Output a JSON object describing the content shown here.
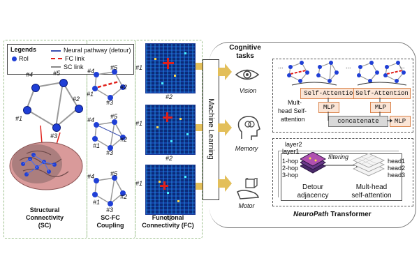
{
  "legend": {
    "title": "Legends",
    "items": [
      "RoI",
      "Neural pathway (detour)",
      "FC link",
      "SC link"
    ]
  },
  "nodes": {
    "n1": "#1",
    "n2": "#2",
    "n3": "#3",
    "n4": "#4",
    "n5": "#5"
  },
  "panels": {
    "sc_line1": "Structural",
    "sc_line2": "Connectivity",
    "sc_line3": "(SC)",
    "coupling_line1": "SC-FC",
    "coupling_line2": "Coupling",
    "fc_line1": "Functional",
    "fc_line2": "Connectivity (FC)"
  },
  "ml_label": "Machine Learning",
  "tasks": {
    "title_line1": "Cognitive",
    "title_line2": "tasks",
    "vision": "Vision",
    "memory": "Memory",
    "motor": "Motor"
  },
  "transformer": {
    "dots": "...",
    "self_attention": "Self-Attention",
    "mlp": "MLP",
    "concatenate": "concatenate",
    "multihead_line1": "Mult-",
    "multihead_line2": "head Self-",
    "multihead_line3": "attention",
    "layer2": "layer2",
    "layer1": "layer1",
    "hops": [
      "1-hop",
      "2-hop",
      "3-hop"
    ],
    "filtering": "filtering",
    "heads": [
      "head1",
      "head2",
      "head3"
    ],
    "detour_line1": "Detour",
    "detour_line2": "adjacency",
    "mha_line1": "Mult-head",
    "mha_line2": "self-attention",
    "title_italic": "NeuroPath",
    "title_rest": " Transformer"
  },
  "colors": {
    "roi": "#1f3fd6",
    "fc_link": "#e0201a",
    "arrow": "#e3bf5a",
    "panel_border": "#9bbf8a"
  }
}
